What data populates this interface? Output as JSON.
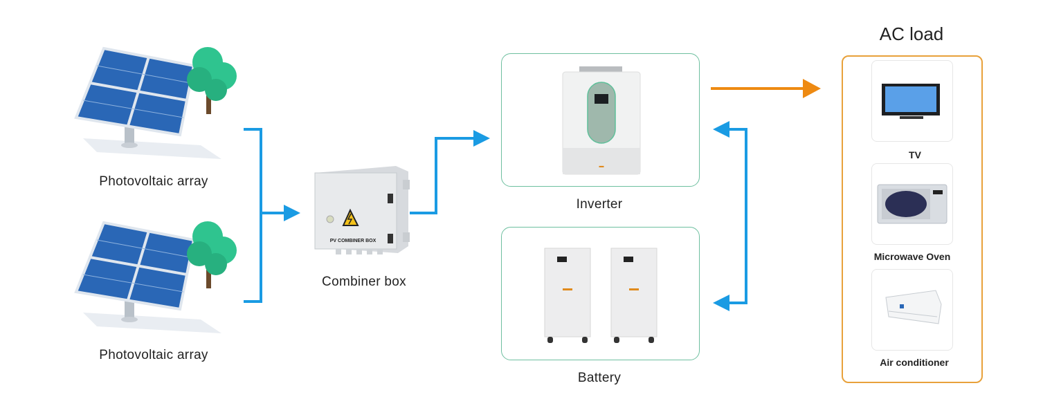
{
  "pv_arrays": [
    {
      "label": "Photovoltaic array"
    },
    {
      "label": "Photovoltaic array"
    }
  ],
  "combiner": {
    "label": "Combiner box",
    "plate_text": "PV COMBINER BOX"
  },
  "inverter": {
    "label": "Inverter"
  },
  "battery": {
    "label": "Battery"
  },
  "ac_load": {
    "title": "AC load",
    "items": [
      {
        "label": "TV",
        "icon": "tv-icon"
      },
      {
        "label": "Microwave Oven",
        "icon": "microwave-icon"
      },
      {
        "label": "Air conditioner",
        "icon": "air-conditioner-icon"
      }
    ]
  },
  "colors": {
    "dc_flow": "#1a9be3",
    "ac_flow": "#ee8a12",
    "device_border": "#6dbf9f",
    "load_border": "#e8a13a"
  }
}
